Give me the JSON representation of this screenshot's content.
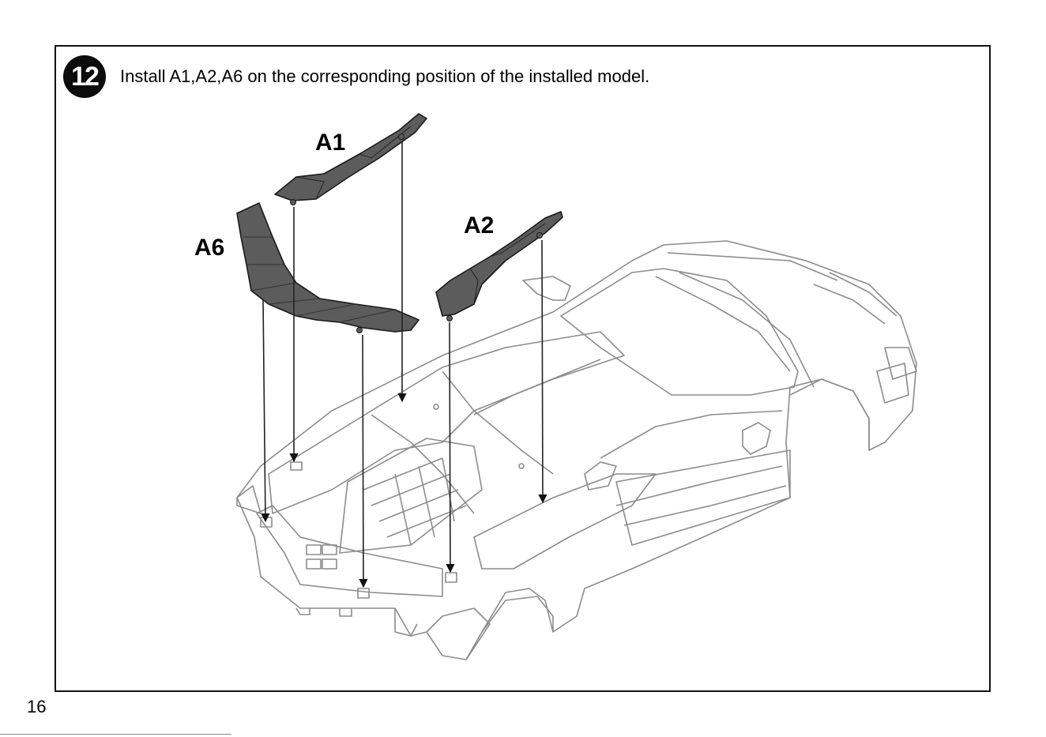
{
  "step": {
    "number": "12",
    "instruction": "Install A1,A2,A6 on the corresponding position of the installed model."
  },
  "parts": [
    {
      "id": "A1",
      "label": "A1"
    },
    {
      "id": "A2",
      "label": "A2"
    },
    {
      "id": "A6",
      "label": "A6"
    }
  ],
  "page": {
    "number": "16"
  },
  "colors": {
    "part_fill": "#5c5c5c",
    "part_edge": "#1a1a1a",
    "outline": "#8c8c8c",
    "frame": "#111111"
  }
}
